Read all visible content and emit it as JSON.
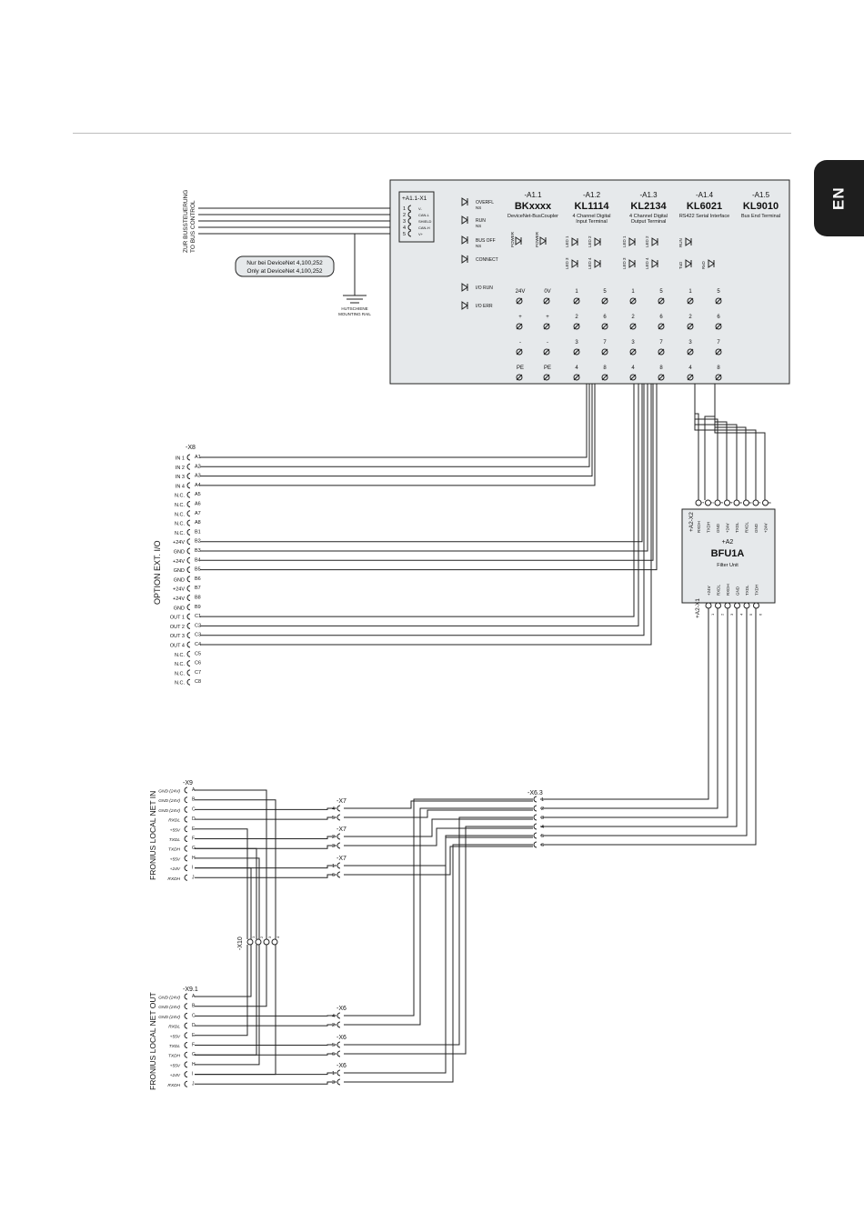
{
  "lang_tab": "EN",
  "bus_coupler_terminal": {
    "id": "+A1.1-X1",
    "pins": [
      "1",
      "2",
      "3",
      "4",
      "5"
    ],
    "signals": [
      "V-",
      "CAN-L",
      "SHIELD",
      "CAN-H",
      "V+"
    ],
    "bus_label_de": "ZUR BUSSTEUERUNG",
    "bus_label_en": "TO BUS CONTROL",
    "note_de": "Nur bei DeviceNet 4,100,252",
    "note_en": "Only at DeviceNet 4,100,252",
    "rail_de": "HUTSCHIENE",
    "rail_en": "MOUNTING RAIL"
  },
  "coupler_leds": [
    "OVERFL",
    "RUN",
    "BUS OFF",
    "CONNECT",
    "I/O RUN",
    "I/O ERR"
  ],
  "coupler_led_sub": [
    "NS",
    "NS",
    "NS"
  ],
  "modules": [
    {
      "id": "-A1.1",
      "name": "BKxxxx",
      "desc": "DeviceNet-BusCoupler"
    },
    {
      "id": "-A1.2",
      "name": "KL1114",
      "desc": "4 Channel Digital",
      "desc2": "Input Terminal"
    },
    {
      "id": "-A1.3",
      "name": "KL2134",
      "desc": "4 Channel Digital",
      "desc2": "Output Terminal"
    },
    {
      "id": "-A1.4",
      "name": "KL6021",
      "desc": "RS422 Serial Interface"
    },
    {
      "id": "-A1.5",
      "name": "KL9010",
      "desc": "Bus End Terminal"
    }
  ],
  "coupler_power": [
    "POWER",
    "POWER",
    "24V",
    "0V",
    "+",
    "+",
    "-",
    "-",
    "PE",
    "PE"
  ],
  "kl1114_leds": [
    "LED 1",
    "LED 2",
    "LED 3",
    "LED 4"
  ],
  "kl2134_leds": [
    "LED 1",
    "LED 2",
    "LED 3",
    "LED 4"
  ],
  "kl6021_leds": [
    "RUN",
    "TxD",
    "RxD"
  ],
  "terminal_nums": [
    "1",
    "2",
    "3",
    "4",
    "5",
    "6",
    "7",
    "8"
  ],
  "x8": {
    "id": "-X8",
    "option_label": "OPTION EXT. I/O",
    "rows": [
      {
        "sig": "IN 1",
        "pin": "A1"
      },
      {
        "sig": "IN 2",
        "pin": "A2"
      },
      {
        "sig": "IN 3",
        "pin": "A3"
      },
      {
        "sig": "IN 4",
        "pin": "A4"
      },
      {
        "sig": "N.C.",
        "pin": "A5"
      },
      {
        "sig": "N.C.",
        "pin": "A6"
      },
      {
        "sig": "N.C.",
        "pin": "A7"
      },
      {
        "sig": "N.C.",
        "pin": "A8"
      },
      {
        "sig": "N.C.",
        "pin": "B1"
      },
      {
        "sig": "+24V",
        "pin": "B2"
      },
      {
        "sig": "GND",
        "pin": "B3"
      },
      {
        "sig": "+24V",
        "pin": "B4"
      },
      {
        "sig": "GND",
        "pin": "B5"
      },
      {
        "sig": "GND",
        "pin": "B6"
      },
      {
        "sig": "+24V",
        "pin": "B7"
      },
      {
        "sig": "+24V",
        "pin": "B8"
      },
      {
        "sig": "GND",
        "pin": "B9"
      },
      {
        "sig": "OUT 1",
        "pin": "C1"
      },
      {
        "sig": "OUT 2",
        "pin": "C2"
      },
      {
        "sig": "OUT 3",
        "pin": "C3"
      },
      {
        "sig": "OUT 4",
        "pin": "C4"
      },
      {
        "sig": "N.C.",
        "pin": "C5"
      },
      {
        "sig": "N.C.",
        "pin": "C6"
      },
      {
        "sig": "N.C.",
        "pin": "C7"
      },
      {
        "sig": "N.C.",
        "pin": "C8"
      }
    ]
  },
  "bfu": {
    "id": "+A2",
    "name": "BFU1A",
    "desc": "Filter Unit",
    "x2_label": "+A2-X2",
    "x1_label": "+A2-X1",
    "x2_pins": [
      "1",
      "2",
      "3",
      "4",
      "5",
      "6",
      "7",
      "8"
    ],
    "x2_signals": [
      "RXDH",
      "TXDH",
      "GND",
      "+24V",
      "TXDL",
      "RXDL",
      "GND",
      "+24V"
    ],
    "x1_pins": [
      "1",
      "2",
      "3",
      "4",
      "5",
      "6"
    ],
    "x1_signals": [
      "+24V",
      "RXDL",
      "RXDH",
      "GND",
      "TXDL",
      "TXDH"
    ]
  },
  "x9": {
    "id": "-X9",
    "net_label": "FRONIUS LOCAL NET IN",
    "rows": [
      {
        "sig": "GND (24V)",
        "pin": "A"
      },
      {
        "sig": "GND (24V)",
        "pin": "B"
      },
      {
        "sig": "GND (24V)",
        "pin": "C"
      },
      {
        "sig": "RXDL",
        "pin": "D"
      },
      {
        "sig": "+55V",
        "pin": "E"
      },
      {
        "sig": "TXDL",
        "pin": "F"
      },
      {
        "sig": "TXDH",
        "pin": "G"
      },
      {
        "sig": "+55V",
        "pin": "H"
      },
      {
        "sig": "+24V",
        "pin": "I"
      },
      {
        "sig": "RXDH",
        "pin": "J"
      }
    ]
  },
  "x91": {
    "id": "-X9.1",
    "net_label": "FRONIUS LOCAL NET OUT",
    "rows": [
      {
        "sig": "GND (24V)",
        "pin": "A"
      },
      {
        "sig": "GND (24V)",
        "pin": "B"
      },
      {
        "sig": "GND (24V)",
        "pin": "C"
      },
      {
        "sig": "RXDL",
        "pin": "D"
      },
      {
        "sig": "+55V",
        "pin": "E"
      },
      {
        "sig": "TXDL",
        "pin": "F"
      },
      {
        "sig": "TXDH",
        "pin": "G"
      },
      {
        "sig": "+55V",
        "pin": "H"
      },
      {
        "sig": "+24V",
        "pin": "I"
      },
      {
        "sig": "RXDH",
        "pin": "J"
      }
    ]
  },
  "x7": {
    "id": "-X7",
    "pins": [
      "4",
      "5",
      "2",
      "3",
      "1",
      "6"
    ]
  },
  "x6": {
    "id": "-X6",
    "pins": [
      "4",
      "2",
      "5",
      "6",
      "1",
      "3"
    ]
  },
  "x63": {
    "id": "-X6.3",
    "pins": [
      "1",
      "2",
      "3",
      "4",
      "5",
      "6"
    ]
  },
  "x10": {
    "id": "-X10",
    "pins": [
      "1",
      "2",
      "3",
      "4"
    ]
  }
}
